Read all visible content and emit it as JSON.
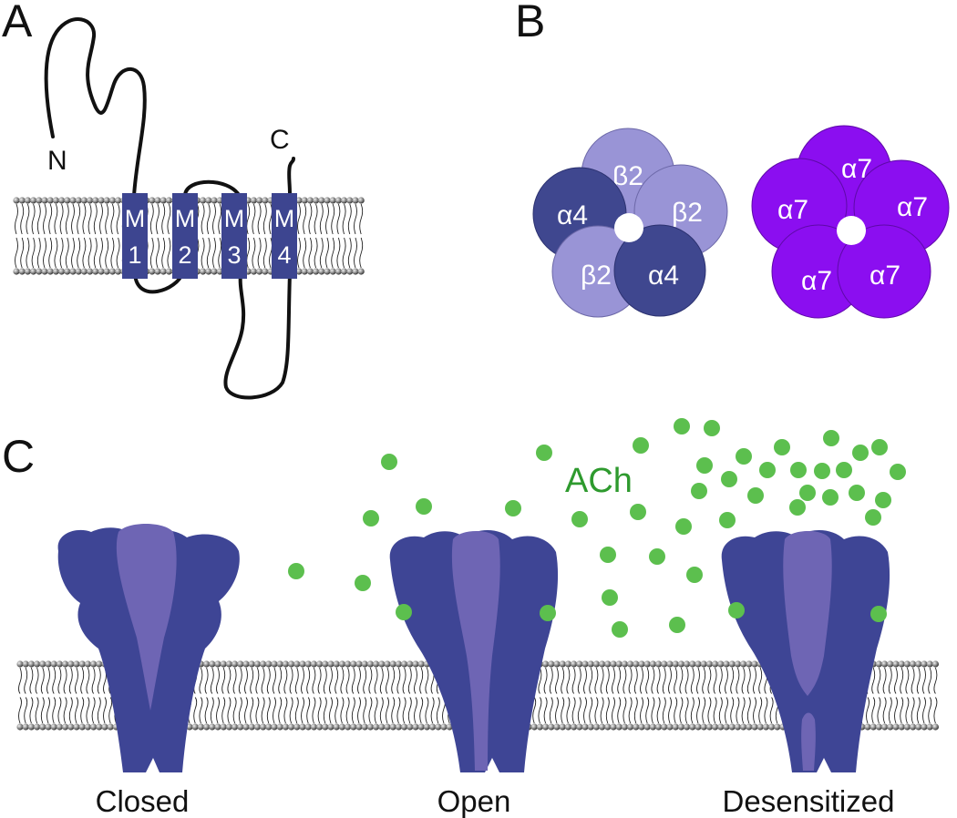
{
  "panel_labels": {
    "a": "A",
    "b": "B",
    "c": "C"
  },
  "panel_a": {
    "n_terminus": "N",
    "c_terminus": "C",
    "segments": [
      {
        "top": "M",
        "bottom": "1"
      },
      {
        "top": "M",
        "bottom": "2"
      },
      {
        "top": "M",
        "bottom": "3"
      },
      {
        "top": "M",
        "bottom": "4"
      }
    ]
  },
  "panel_b": {
    "heteromer": [
      "β2",
      "β2",
      "α4",
      "β2",
      "α4"
    ],
    "homomer": [
      "α7",
      "α7",
      "α7",
      "α7",
      "α7"
    ]
  },
  "panel_c": {
    "ligand_label": "ACh",
    "states": [
      "Closed",
      "Open",
      "Desensitized"
    ]
  },
  "colors": {
    "alpha4": "#3f478f",
    "beta2": "#9a95d8",
    "alpha7": "#8b0ef0",
    "receptor": "#3e4595",
    "pore": "#6e65b4",
    "ach": "#5cbf4e",
    "ach_text": "#2e9a2e",
    "lipid_head": "#555555"
  }
}
